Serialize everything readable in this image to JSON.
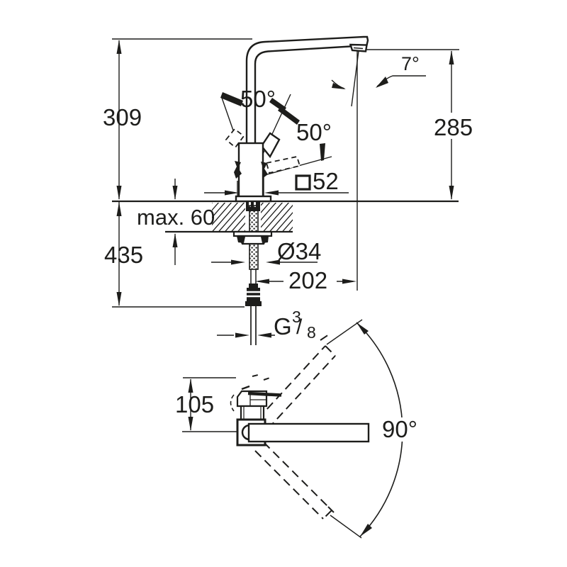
{
  "drawing": {
    "labels": {
      "total_height": "309",
      "below_counter_depth": "435",
      "spout_outlet_height": "285",
      "spout_angle": "7°",
      "handle_angle_left": "50°",
      "handle_angle_right": "50°",
      "body_square_size": "52",
      "mounting_thickness": "max. 60",
      "hole_diameter": "Ø34",
      "spout_reach": "202",
      "thread_letter": "G",
      "thread_numerator": "3",
      "thread_slash": "/",
      "thread_denominator": "8",
      "head_height": "105",
      "swivel_angle": "90°"
    },
    "colors": {
      "line": "#1d1d1b",
      "background": "#ffffff"
    }
  }
}
